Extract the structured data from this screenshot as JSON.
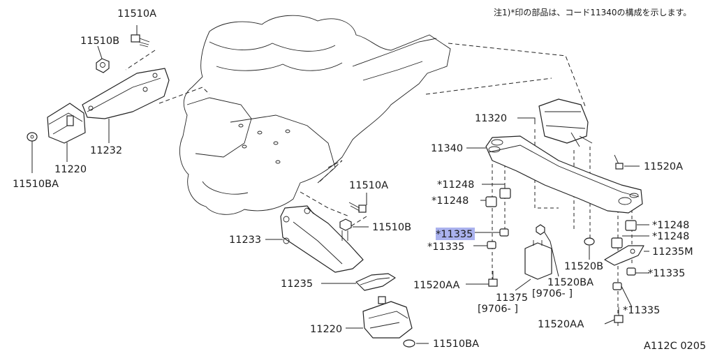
{
  "note": "注1)*印の部品は、コード11340の構成を示します。",
  "diagram_code": "A112C 0205",
  "highlight_color": "#aab2ee",
  "labels": {
    "p11510A_top": "11510A",
    "p11510B_top": "11510B",
    "p11510BA_left": "11510BA",
    "p11220_left": "11220",
    "p11232": "11232",
    "p11233": "11233",
    "p11510A_mid": "11510A",
    "p11510B_mid": "11510B",
    "p11235": "11235",
    "p11220_bottom": "11220",
    "p11510BA_bottom": "11510BA",
    "p11320": "11320",
    "p11340": "11340",
    "p11520A": "11520A",
    "p11248_a": "*11248",
    "p11248_b": "*11248",
    "p11335_hl": "*11335",
    "p11335_a": "*11335",
    "p11520AA_left": "11520AA",
    "p11375": "11375",
    "p11375_date": "[9706-    ]",
    "p11520BA": "11520BA",
    "p11520BA_date": "[9706-    ]",
    "p11520B": "11520B",
    "p11248_c": "*11248",
    "p11248_d": "*11248",
    "p11235M": "11235M",
    "p11335_b": "*11335",
    "p11335_c": "*11335",
    "p11520AA_right": "11520AA"
  }
}
